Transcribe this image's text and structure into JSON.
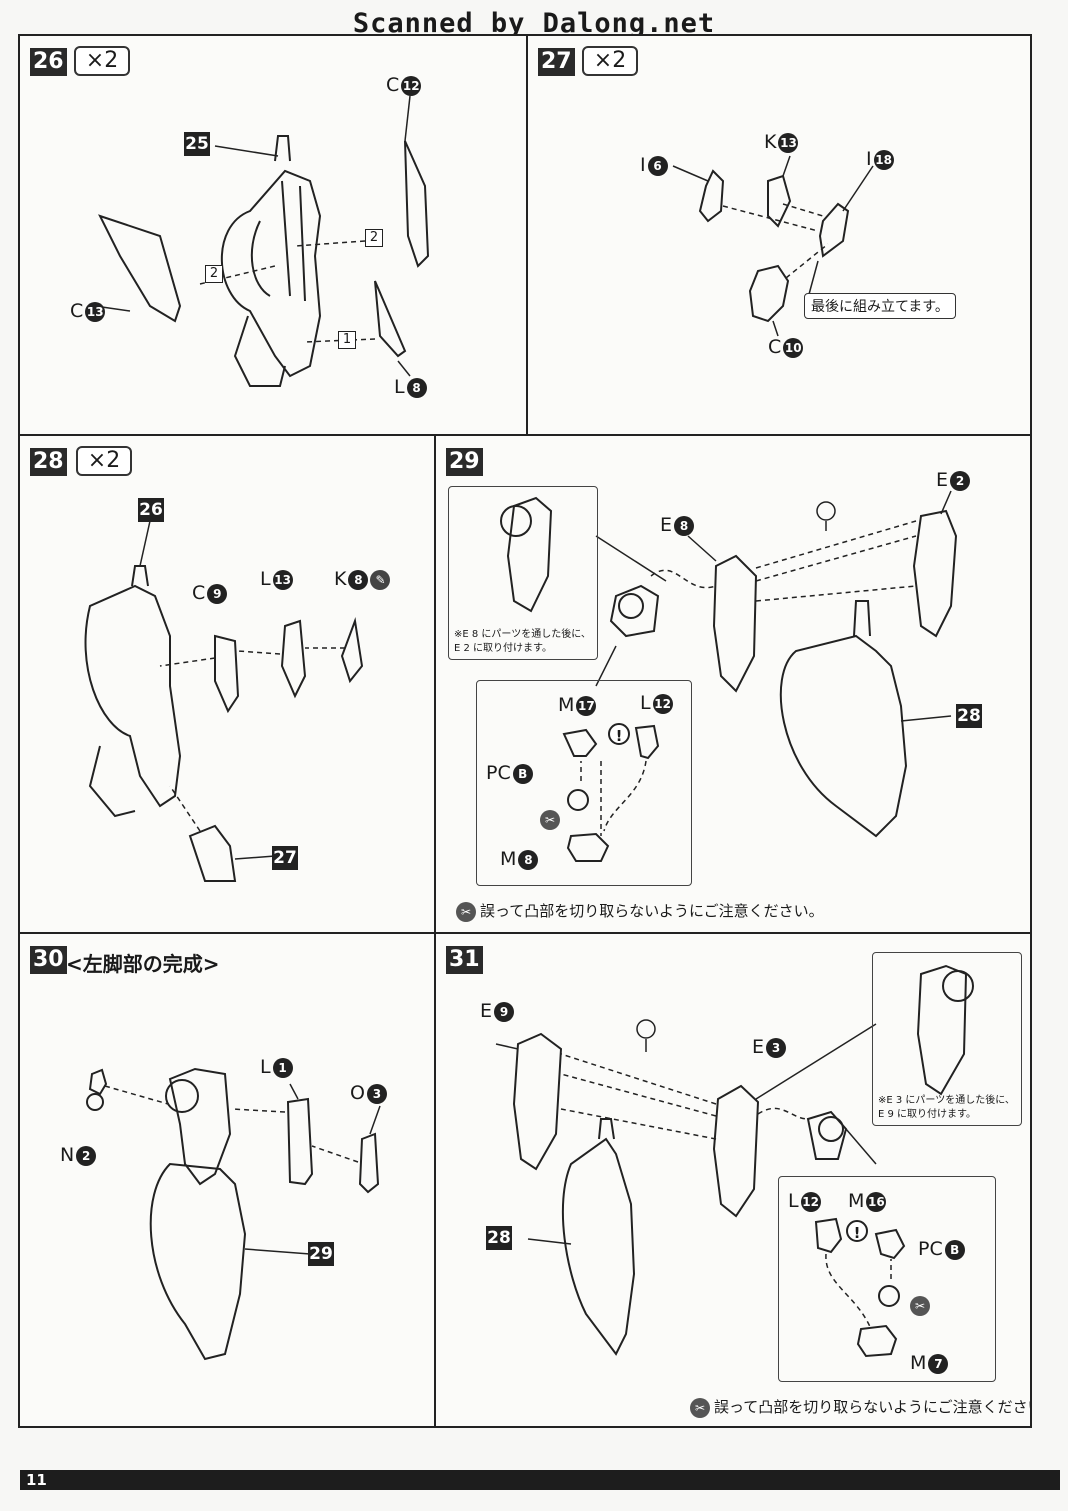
{
  "header": {
    "text": "Scanned by Dalong.net"
  },
  "page_number": "11",
  "steps": {
    "s26": {
      "num": "26",
      "times": "×2",
      "labels": {
        "c12": "C",
        "c12n": "12",
        "ref25": "25",
        "c13": "C",
        "c13n": "13",
        "l8": "L",
        "l8n": "8",
        "o2a": "2",
        "o2b": "2",
        "o1": "1"
      }
    },
    "s27": {
      "num": "27",
      "times": "×2",
      "labels": {
        "i6": "I",
        "i6n": "6",
        "k13": "K",
        "k13n": "13",
        "i18": "I",
        "i18n": "18",
        "c10": "C",
        "c10n": "10"
      },
      "callout": "最後に組み立てます。"
    },
    "s28": {
      "num": "28",
      "times": "×2",
      "labels": {
        "ref26": "26",
        "c9": "C",
        "c9n": "9",
        "l13": "L",
        "l13n": "13",
        "k8": "K",
        "k8n": "8",
        "ref27": "27"
      }
    },
    "s29": {
      "num": "29",
      "labels": {
        "e8": "E",
        "e8n": "8",
        "e2": "E",
        "e2n": "2",
        "ref28": "28",
        "m17": "M",
        "m17n": "17",
        "l12": "L",
        "l12n": "12",
        "pcb": "PC",
        "pcbn": "B",
        "m8": "M",
        "m8n": "8"
      },
      "inset_note_1": "※E 8 にパーツを通した後に、",
      "inset_note_2": "E 2 に取り付けます。",
      "warning": "誤って凸部を切り取らないようにご注意ください。"
    },
    "s30": {
      "num": "30",
      "title": "<左脚部の完成>",
      "labels": {
        "n2": "N",
        "n2n": "2",
        "l1": "L",
        "l1n": "1",
        "o3": "O",
        "o3n": "3",
        "ref29": "29"
      }
    },
    "s31": {
      "num": "31",
      "labels": {
        "e9": "E",
        "e9n": "9",
        "e3": "E",
        "e3n": "3",
        "ref28": "28",
        "l12": "L",
        "l12n": "12",
        "m16": "M",
        "m16n": "16",
        "pcb": "PC",
        "pcbn": "B",
        "m7": "M",
        "m7n": "7"
      },
      "inset_note_1": "※E 3 にパーツを通した後に、",
      "inset_note_2": "E 9 に取り付けます。",
      "warning": "誤って凸部を切り取らないようにご注意ください。"
    }
  },
  "icons": {
    "excl": "!",
    "warn": "✂"
  }
}
